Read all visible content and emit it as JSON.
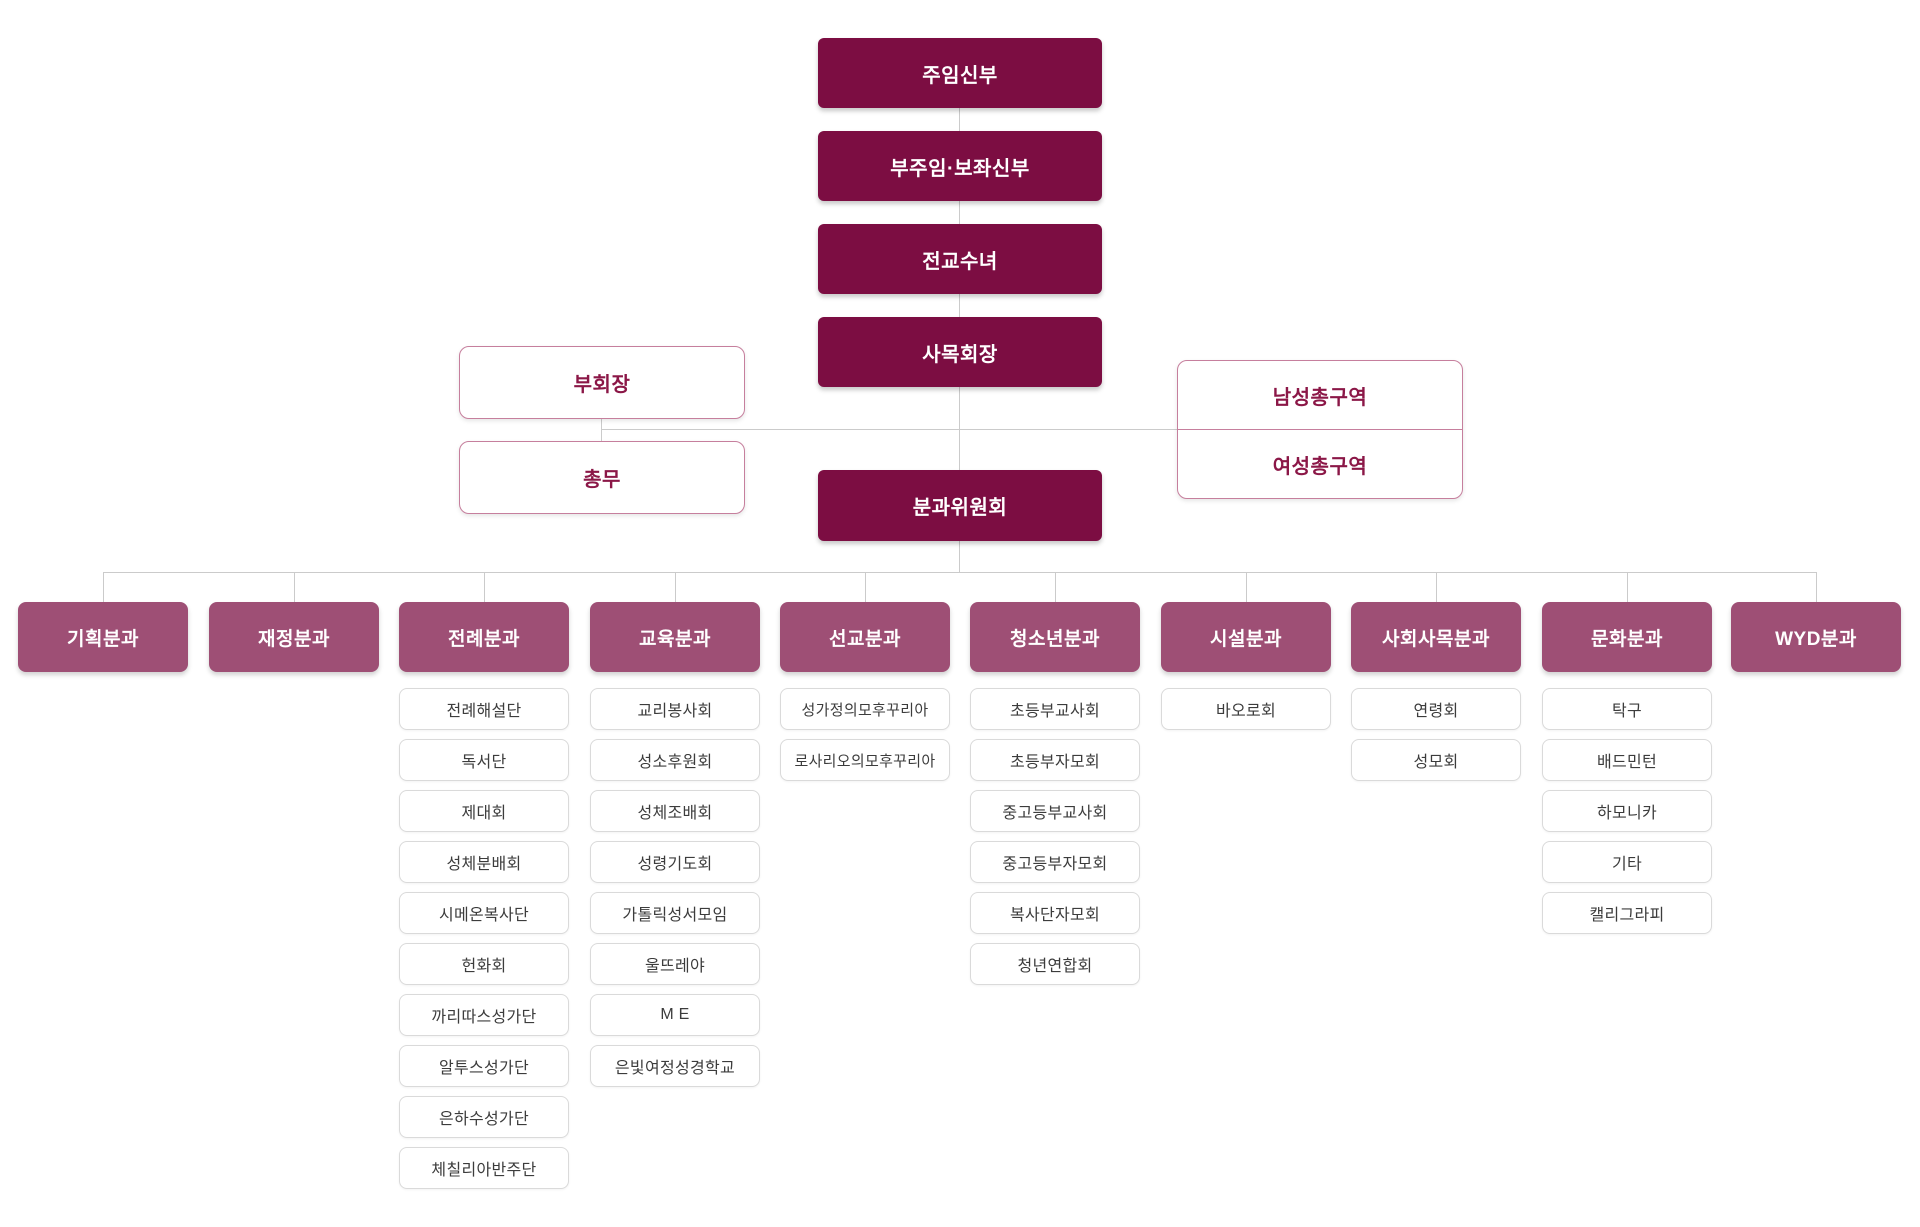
{
  "colors": {
    "primary_dark": "#7c0d42",
    "department_mauve": "#9e4f75",
    "outline_border": "#c67f9d",
    "outline_text": "#8b1747",
    "connector_gray": "#cbcbcb"
  },
  "top_chain": [
    "주임신부",
    "부주임·보좌신부",
    "전교수녀",
    "사목회장",
    "분과위원회"
  ],
  "left_boxes": [
    "부회장",
    "총무"
  ],
  "right_boxes": [
    "남성총구역",
    "여성총구역"
  ],
  "departments": [
    {
      "label": "기획분과",
      "items": []
    },
    {
      "label": "재정분과",
      "items": []
    },
    {
      "label": "전례분과",
      "items": [
        "전례해설단",
        "독서단",
        "제대회",
        "성체분배회",
        "시메온복사단",
        "헌화회",
        "까리따스성가단",
        "알투스성가단",
        "은하수성가단",
        "체칠리아반주단"
      ]
    },
    {
      "label": "교육분과",
      "items": [
        "교리봉사회",
        "성소후원회",
        "성체조배회",
        "성령기도회",
        "가톨릭성서모임",
        "울뜨레야",
        "M E",
        "은빛여정성경학교"
      ]
    },
    {
      "label": "선교분과",
      "items": [
        "성가정의모후꾸리아",
        "로사리오의모후꾸리아"
      ]
    },
    {
      "label": "청소년분과",
      "items": [
        "초등부교사회",
        "초등부자모회",
        "중고등부교사회",
        "중고등부자모회",
        "복사단자모회",
        "청년연합회"
      ]
    },
    {
      "label": "시설분과",
      "items": [
        "바오로회"
      ]
    },
    {
      "label": "사회사목분과",
      "items": [
        "연령회",
        "성모회"
      ]
    },
    {
      "label": "문화분과",
      "items": [
        "탁구",
        "배드민턴",
        "하모니카",
        "기타",
        "캘리그라피"
      ]
    },
    {
      "label": "WYD분과",
      "items": []
    }
  ]
}
